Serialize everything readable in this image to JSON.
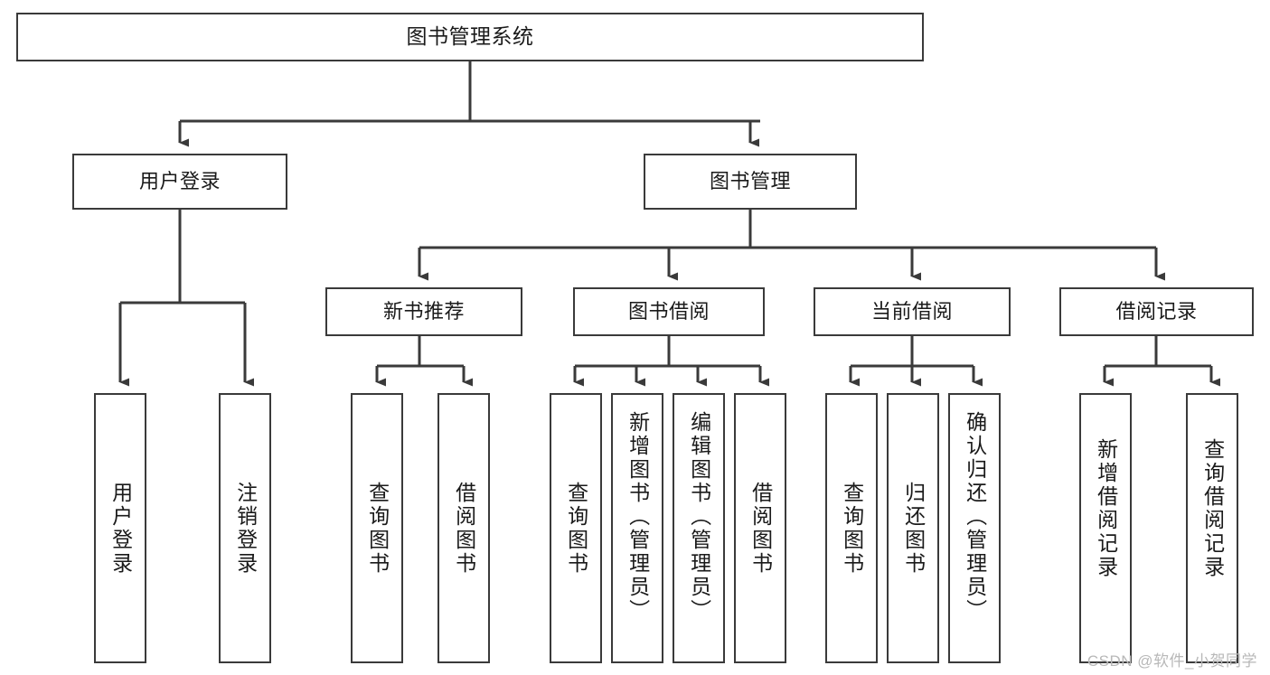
{
  "diagram": {
    "title": "图书管理系统",
    "type": "tree-hierarchy",
    "watermark": "CSDN @软件_小贺同学",
    "colors": {
      "background": "#ffffff",
      "box_border": "#3a3a3a",
      "connector": "#3a3a3a",
      "text": "#1a1a1a",
      "watermark": "#b8b8b8"
    },
    "root": {
      "label": "图书管理系统"
    },
    "level1": [
      {
        "label": "用户登录"
      },
      {
        "label": "图书管理"
      }
    ],
    "level2": [
      {
        "label": "新书推荐"
      },
      {
        "label": "图书借阅"
      },
      {
        "label": "当前借阅"
      },
      {
        "label": "借阅记录"
      }
    ],
    "leaves": {
      "user_login": [
        {
          "label": "用户登录"
        },
        {
          "label": "注销登录"
        }
      ],
      "new_book_recommend": [
        {
          "label": "查询图书"
        },
        {
          "label": "借阅图书"
        }
      ],
      "book_borrow": [
        {
          "label": "查询图书"
        },
        {
          "label": "新增图书（管理员）"
        },
        {
          "label": "编辑图书（管理员）"
        },
        {
          "label": "借阅图书"
        }
      ],
      "current_borrow": [
        {
          "label": "查询图书"
        },
        {
          "label": "归还图书"
        },
        {
          "label": "确认归还（管理员）"
        }
      ],
      "borrow_record": [
        {
          "label": "新增借阅记录"
        },
        {
          "label": "查询借阅记录"
        }
      ]
    }
  }
}
